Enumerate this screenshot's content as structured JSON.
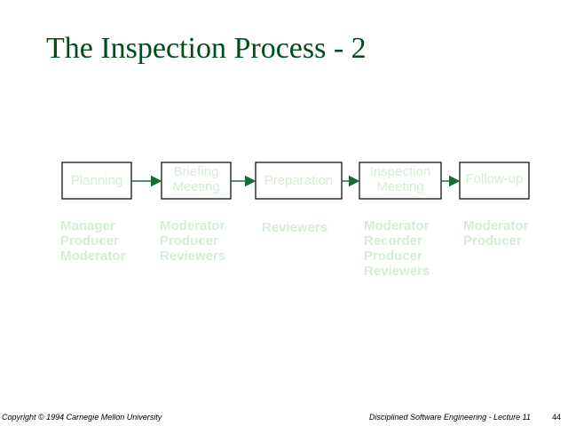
{
  "title": "The Inspection Process - 2",
  "steps": [
    {
      "label": "Planning",
      "roles": [
        "Manager",
        "Producer",
        "Moderator"
      ]
    },
    {
      "label": "Briefing Meeting",
      "roles": [
        "Moderator",
        "Producer",
        "Reviewers"
      ]
    },
    {
      "label": "Preparation",
      "roles": [
        "Reviewers"
      ]
    },
    {
      "label": "Inspection Meeting",
      "roles": [
        "Moderator",
        "Recorder",
        "Producer",
        "Reviewers"
      ]
    },
    {
      "label": "Follow-up",
      "roles": [
        "Moderator",
        "Producer"
      ]
    }
  ],
  "footer": {
    "left": "Copyright © 1994 Carnegie Mellon University",
    "right": "Disciplined Software Engineering - Lecture 11",
    "page": "44"
  },
  "colors": {
    "title": "#004d1a",
    "arrow": "#1a6b3a",
    "box_border": "#000000",
    "faint_text": "#d6ecd6"
  }
}
